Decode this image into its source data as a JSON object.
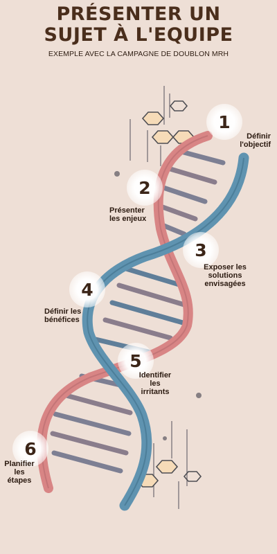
{
  "header": {
    "title_line1": "PRÉSENTER UN",
    "title_line2": "SUJET À L'EQUIPE",
    "subtitle": "EXEMPLE AVEC LA CAMPAGNE DE DOUBLON MRH"
  },
  "steps": [
    {
      "number": "1",
      "label": "Définir\nl'objectif"
    },
    {
      "number": "2",
      "label": "Présenter\nles enjeux"
    },
    {
      "number": "3",
      "label": "Exposer les\nsolutions\nenvisagées"
    },
    {
      "number": "4",
      "label": "Définir les\nbénéfices"
    },
    {
      "number": "5",
      "label": "Identifier\nles\nirritants"
    },
    {
      "number": "6",
      "label": "Planifier\nles\nétapes"
    }
  ],
  "colors": {
    "background": "#eedfd6",
    "strand_red": "#d88585",
    "strand_blue": "#5f93b0",
    "hexagon_fill": "#f6dbb8",
    "title": "#4a2e1c"
  }
}
